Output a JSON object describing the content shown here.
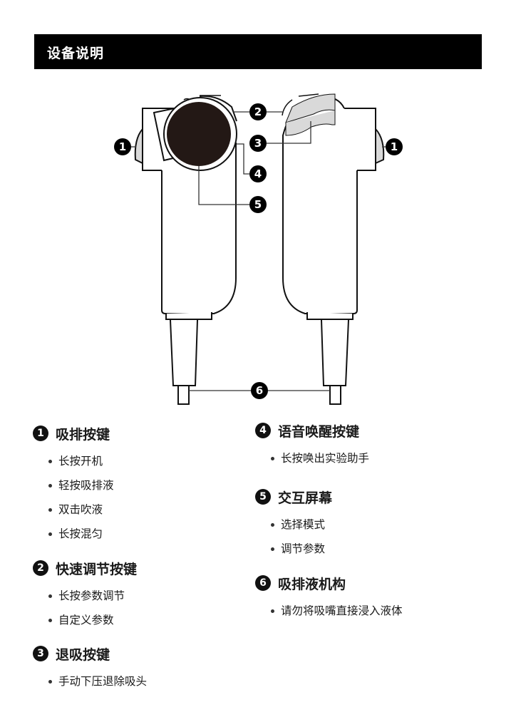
{
  "header": {
    "title": "设备说明"
  },
  "callouts": [
    "1",
    "2",
    "3",
    "4",
    "5",
    "6"
  ],
  "sections": [
    {
      "num": "1",
      "title": "吸排按键",
      "items": [
        "长按开机",
        "轻按吸排液",
        "双击吹液",
        "长按混匀"
      ]
    },
    {
      "num": "2",
      "title": "快速调节按键",
      "items": [
        "长按参数调节",
        "自定义参数"
      ]
    },
    {
      "num": "3",
      "title": "退吸按键",
      "items": [
        "手动下压退除吸头"
      ]
    },
    {
      "num": "4",
      "title": "语音唤醒按键",
      "items": [
        "长按唤出实验助手"
      ]
    },
    {
      "num": "5",
      "title": "交互屏幕",
      "items": [
        "选择模式",
        "调节参数"
      ]
    },
    {
      "num": "6",
      "title": "吸排液机构",
      "items": [
        "请勿将吸嘴直接浸入液体"
      ]
    }
  ],
  "colors": {
    "screen": "#231815",
    "button_gray": "#d9d9d9",
    "header_bg": "#000000"
  }
}
